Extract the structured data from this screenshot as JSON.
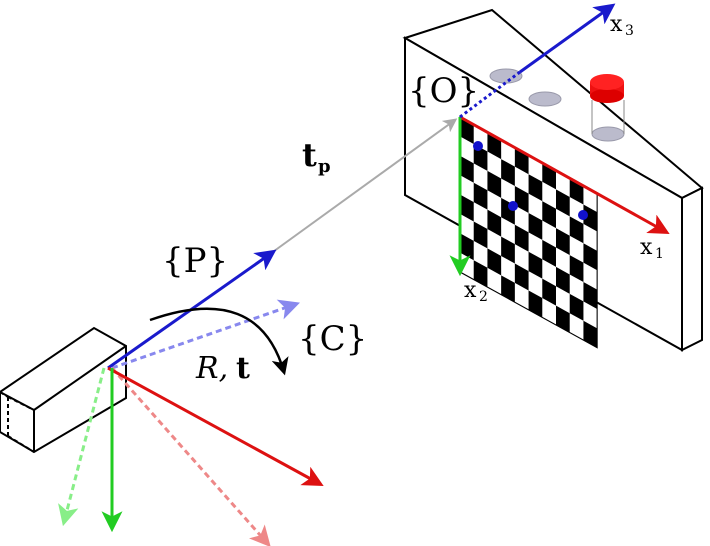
{
  "labels": {
    "frame_o": "{O}",
    "frame_p": "{P}",
    "frame_c": "{C}",
    "t_p_main": "t",
    "t_p_sub": "p",
    "rotation": "R,",
    "translation": "t",
    "x1_main": "x",
    "x1_sub": "1",
    "x2_main": "x",
    "x2_sub": "2",
    "x3_main": "x",
    "x3_sub": "3"
  },
  "colors": {
    "axis_x": "#dd1111",
    "axis_y": "#22cc22",
    "axis_z": "#1a1acc",
    "axis_x_faded": "#ee8888",
    "axis_y_faded": "#88ee88",
    "axis_z_faded": "#8888ee",
    "translation_line": "#aaaaaa",
    "marker_button": "#ee1111",
    "marker_disc": "#bbbbcc",
    "checker_dot": "#1111cc"
  },
  "checkerboard": {
    "rows": 8,
    "cols": 10
  }
}
